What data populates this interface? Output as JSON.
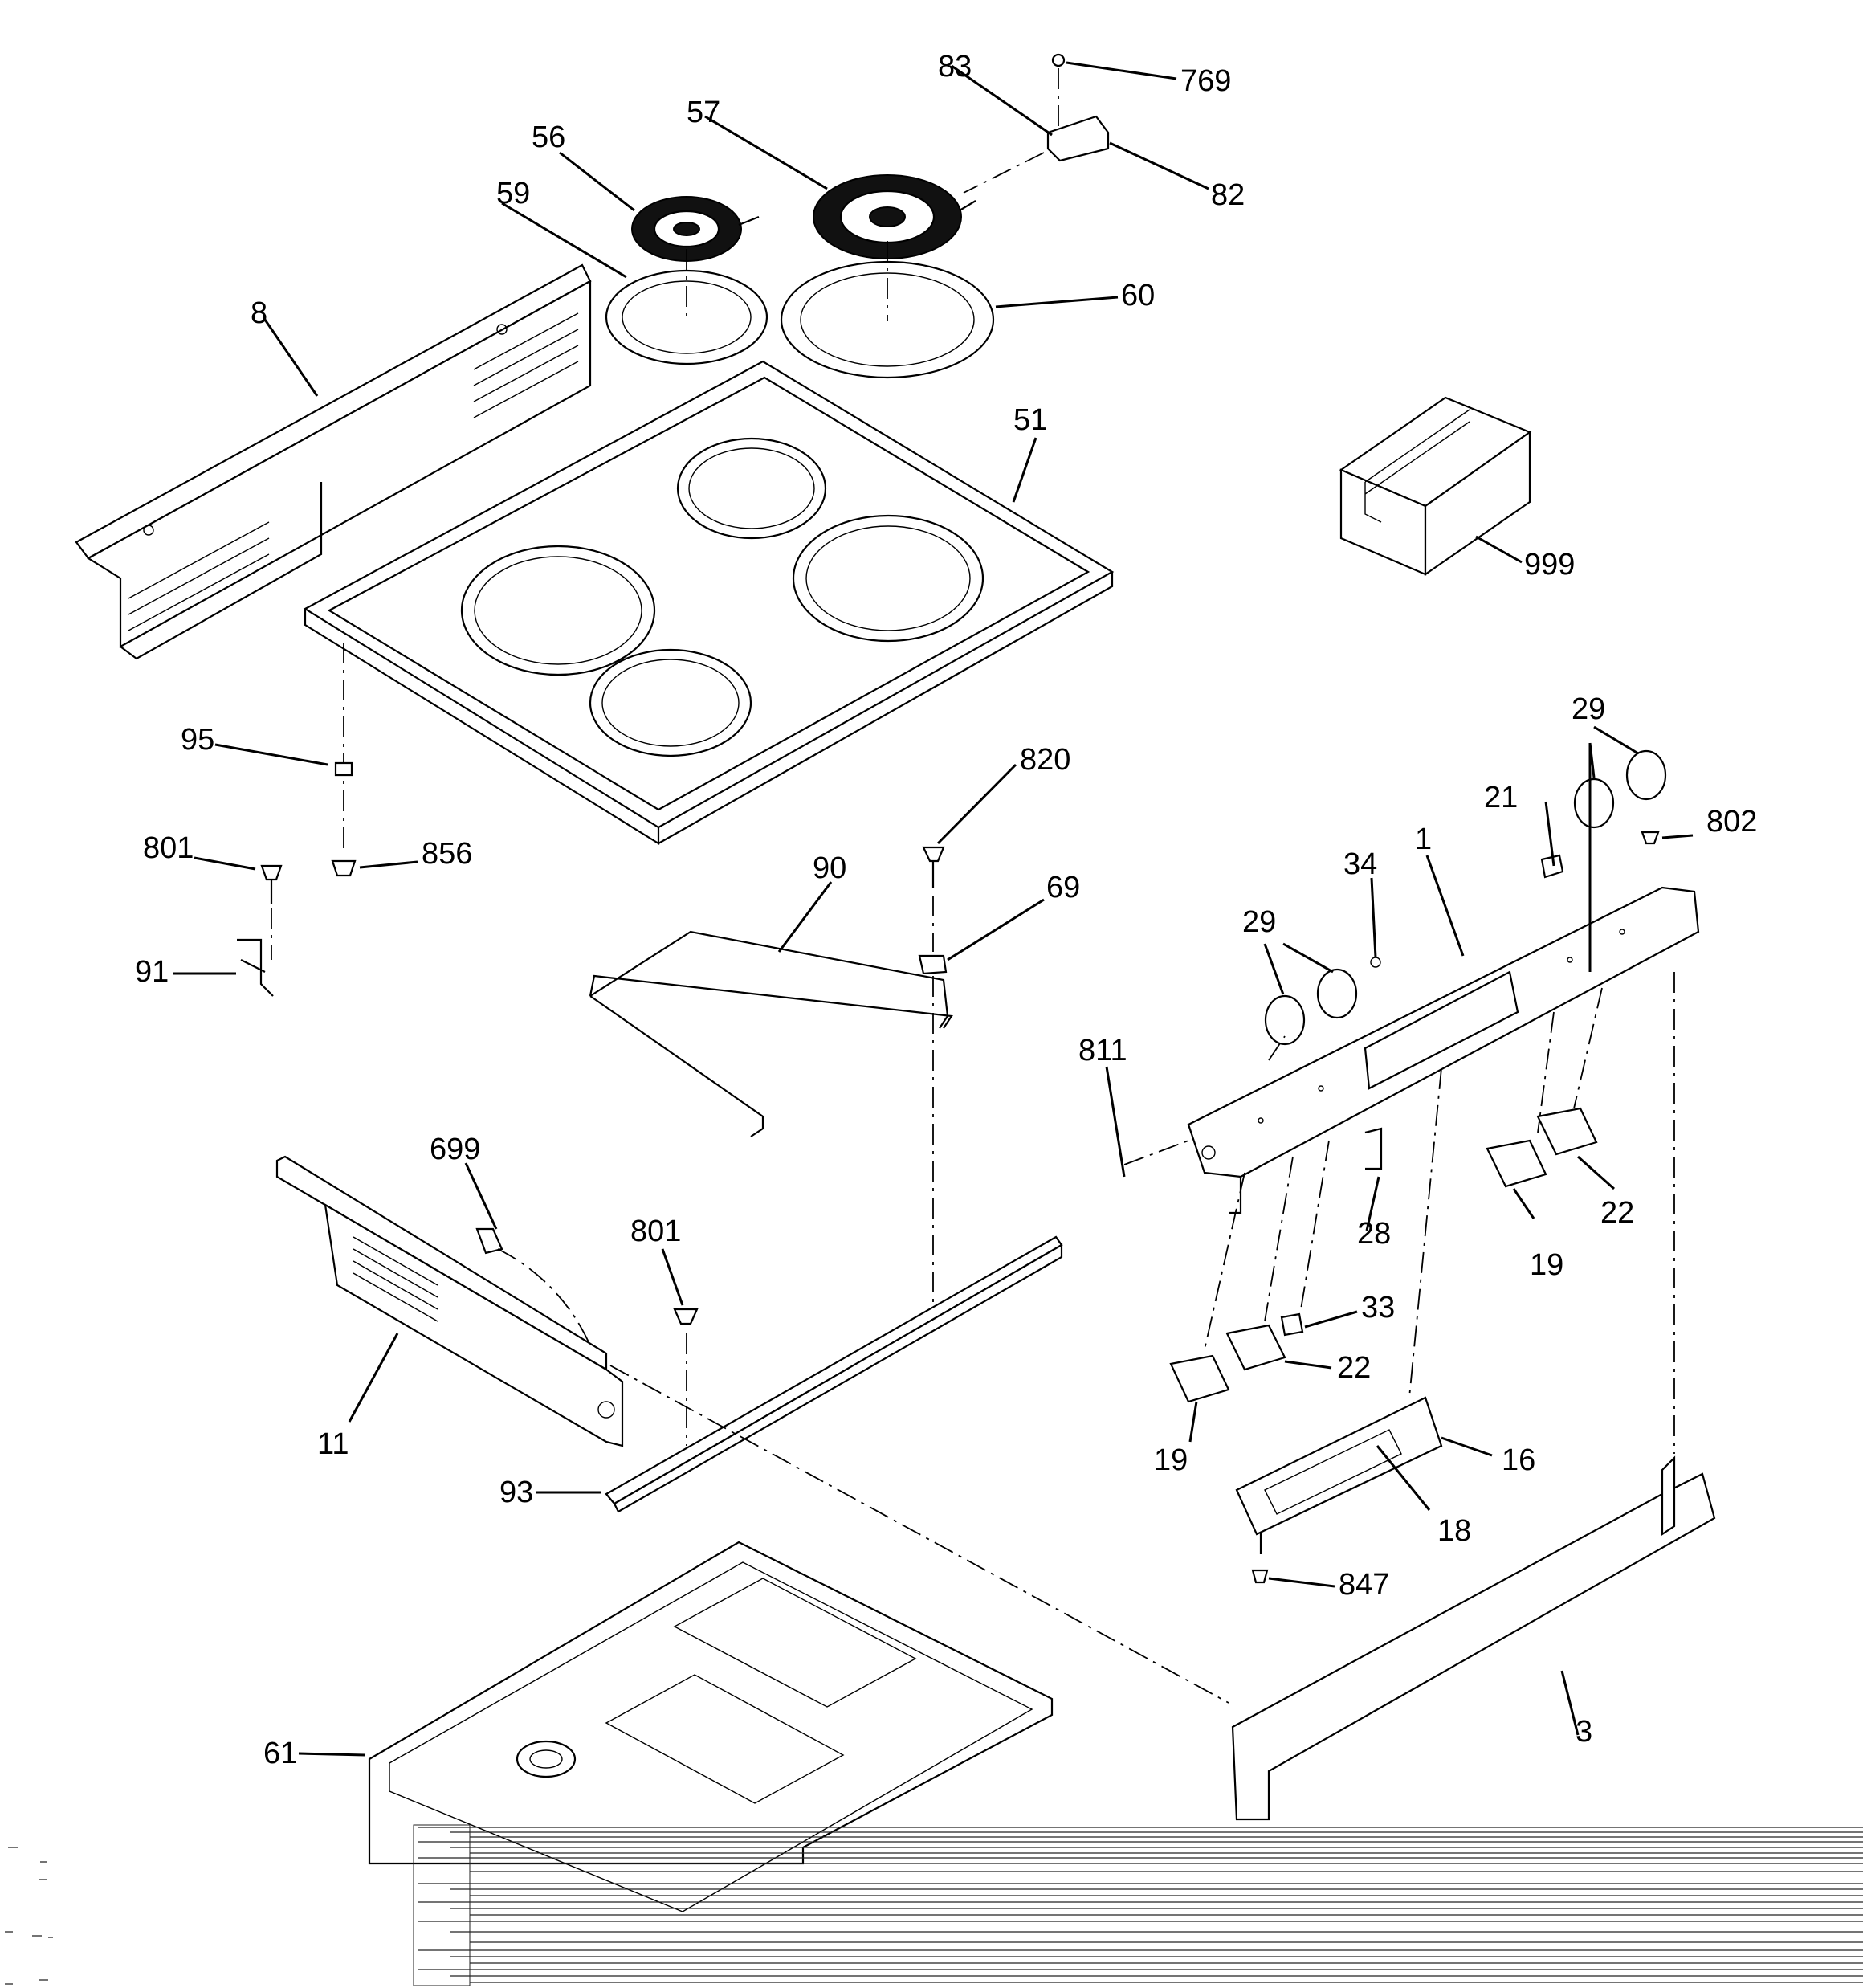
{
  "labels": {
    "p1": "1",
    "p3": "3",
    "p8": "8",
    "p11": "11",
    "p16": "16",
    "p18": "18",
    "p19a": "19",
    "p19b": "19",
    "p21": "21",
    "p22a": "22",
    "p22b": "22",
    "p28": "28",
    "p29a": "29",
    "p29b": "29",
    "p33": "33",
    "p34": "34",
    "p51": "51",
    "p56": "56",
    "p57": "57",
    "p59": "59",
    "p60": "60",
    "p61": "61",
    "p69": "69",
    "p82": "82",
    "p83": "83",
    "p90": "90",
    "p91": "91",
    "p93": "93",
    "p95": "95",
    "p699": "699",
    "p769": "769",
    "p801a": "801",
    "p801b": "801",
    "p802": "802",
    "p811": "811",
    "p820": "820",
    "p847": "847",
    "p856": "856",
    "p999": "999"
  }
}
